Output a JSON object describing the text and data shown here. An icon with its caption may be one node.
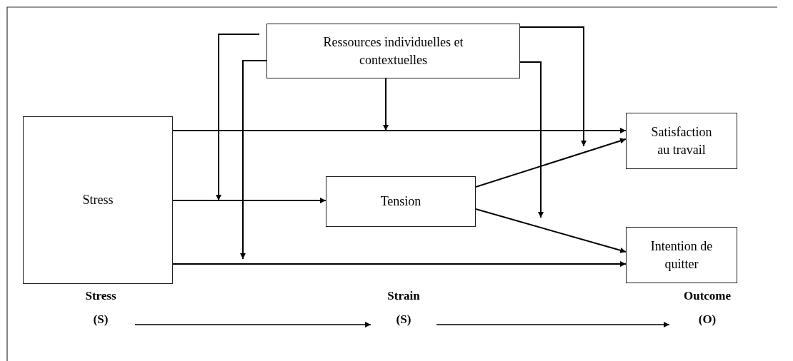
{
  "diagram": {
    "nodes": [
      {
        "text": [
          "Ressources individuelles et contextuelles"
        ]
      },
      {
        "text": [
          "Stress"
        ]
      },
      {
        "text": [
          "Tension"
        ]
      },
      {
        "text": [
          "Satisfaction au travail"
        ]
      },
      {
        "text": [
          "Intention de quitter"
        ]
      },
      {
        "text": [
          "Stress",
          "(S)"
        ]
      },
      {
        "text": [
          "Strain",
          "(S)"
        ]
      },
      {
        "text": [
          "Outcome",
          "(O)"
        ]
      }
    ],
    "edges": [
      {
        "from": 1,
        "to": 3,
        "arrow": "to"
      },
      {
        "from": 1,
        "to": 2,
        "arrow": "to"
      },
      {
        "from": 1,
        "to": 4,
        "arrow": "to"
      },
      {
        "from": 2,
        "to": 3,
        "arrow": "to"
      },
      {
        "from": 2,
        "to": 4,
        "arrow": "to"
      },
      {
        "from": 0,
        "to": null,
        "arrow": "to"
      },
      {
        "from": 0,
        "to": null,
        "arrow": "to"
      },
      {
        "from": 0,
        "to": null,
        "arrow": "to"
      },
      {
        "from": 0,
        "to": null,
        "arrow": "to"
      },
      {
        "from": 0,
        "to": null,
        "arrow": "to"
      },
      {
        "from": 5,
        "to": 6,
        "arrow": "to"
      },
      {
        "from": 6,
        "to": 7,
        "arrow": "to"
      }
    ]
  }
}
